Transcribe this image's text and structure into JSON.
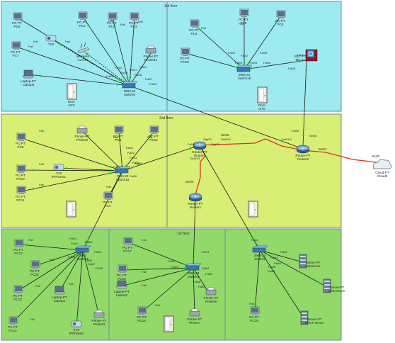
{
  "colors": {
    "floor3": "#9eeaf1",
    "floor2": "#d8ee74",
    "floor1": "#92d96a",
    "border": "#6a8a98",
    "link": "#1a1a1a",
    "serial": "#e0301a",
    "port_dot": "#22c232"
  },
  "zones": {
    "floor3": "3rd floor",
    "floor2": "2nd floor",
    "floor1": "1st floor"
  },
  "floor3": {
    "pc_pc6": "PC-PT\nPC6",
    "pc_pc1": "PC-PT\nPC1",
    "pc_pc2": "PC-PT\nPC2",
    "pc_pc3": "PC-PT\nPC3",
    "pc_pc7": "PC-PT\nPC7",
    "laptop": "Laptop-PT\nLaptop0",
    "tab_tv0": "TV0",
    "printer": "Printer-PT\nPrinter11",
    "ap": "Wireless\nAccess",
    "switch0": "2960-24\nSwitch0",
    "door1": "Door\nIoT6",
    "pc_pc4": "PC-PT\nPC4",
    "pc_pc5": "PC-PT\nPC5",
    "pc_pc8": "PC-PT\nPC8",
    "pc_pc20": "PC-PT\nPC20",
    "switch10": "2960-24\nSwitch10",
    "door2": "Door\nIoT0",
    "router_top": "SBC-PT\nMCU1",
    "port_labels": [
      "Fa0",
      "Fa0",
      "Fa0",
      "Fa0",
      "Fa0",
      "Fa0",
      "Fa0/1",
      "Fa0/2",
      "Fa0/3",
      "Fa0/4",
      "Fa0/5",
      "Fa0/6",
      "Fa0/7",
      "Fa0/9",
      "Fa0",
      "Fa0",
      "Fa0/1",
      "Fa0/2",
      "Fa0/3",
      "Fa0/4",
      "Fa0/5",
      "Fa0/6",
      "Fa0/0",
      "Fa0/1"
    ]
  },
  "floor2": {
    "pc_pc8": "PC-PT\nPC8",
    "pc_pc10": "PC-PT\nPC10",
    "pc_pc11": "PC-PT\nPC11",
    "pc_pc9": "PC-PT\nPC9",
    "pc_pc12": "PC-PT\nPC12",
    "pc_pc4": "PC-PT\nPC4",
    "printer": "Printer-PT\nPrinter0",
    "tab": "TV0\nIPPhone1",
    "switch": "2960-24\nSwitch16",
    "port_labels": [
      "Fa0",
      "Fa0",
      "Fa0",
      "Fa0",
      "Fa0",
      "Fa0",
      "Fa0/1",
      "Fa0/2",
      "Fa0/3",
      "Fa0/4",
      "Fa0/5",
      "Fa0/6",
      "Gig0/1",
      "Fa0/0",
      "Gig0/0",
      "Gig0/1",
      "Se0/0/0",
      "Se0/0/1",
      "Se0/1/0",
      "Fa0/0",
      "Se0/0"
    ]
  },
  "routers": {
    "router0": "Router-PT\nRouter0",
    "router1": "Router-PT\nRouter1",
    "cloud": "Cloud-PT\nCloud0",
    "se_label_a": "Se0/0",
    "se_label_b": "Se0/1",
    "se_label_c": "Se0/0",
    "se_label_d": "Se2/0"
  },
  "floor1a": {
    "pc_pc13": "PC-PT\nPC13",
    "pc_pc20": "PC-PT\nPC20",
    "pc_pc15": "PC-PT\nPC15",
    "pc_pc14": "PC-PT\nPC14",
    "laptop": "Laptop-PT\nLaptop1",
    "ap": "TV0\nIPPhone0",
    "printer": "Printer-PT\nPrinter3",
    "switch": "2960\nSwitch5",
    "port_labels": [
      "Fa0",
      "Fa0",
      "Fa0",
      "Fa0",
      "Fa0",
      "Fa0/1",
      "Fa0/2",
      "Fa0/3",
      "Fa0/4",
      "Fa0/5",
      "Fa0/6",
      "Fa0/7",
      "Fa0/8"
    ]
  },
  "floor1b": {
    "pc_pc17": "PC-PT\nPC17",
    "pc_pc16": "PC-PT\nPC16",
    "pc_pc18": "PC-PT\nPC18",
    "laptop": "Laptop-PT\nLaptop2",
    "printer_a": "Printer-PT\nPrinter8",
    "printer_b": "Printer-PT\nPrinter7",
    "switch": "2960-24\nSwitch4",
    "port_labels": [
      "Fa0",
      "Fa0",
      "Fa0",
      "Fa0",
      "Fa0/1",
      "Fa0/2",
      "Fa0/3",
      "Fa0/4",
      "Fa0/5",
      "Fa0/6",
      "Fa0/7"
    ]
  },
  "floor1c": {
    "pc_pc19": "PC-PT\nPC19",
    "switch": "2960-24\nSwitch3",
    "server_web": "Server-PT\nwebserver",
    "server_dns": "Server-PT\nDNS server",
    "server_dhcp": "Server-PT\nDHCP server",
    "port_labels": [
      "Fa0",
      "Fa0/1",
      "Fa0/2",
      "Fa0/3",
      "Fa0/4",
      "Fa0/5",
      "Fa0/6"
    ]
  }
}
